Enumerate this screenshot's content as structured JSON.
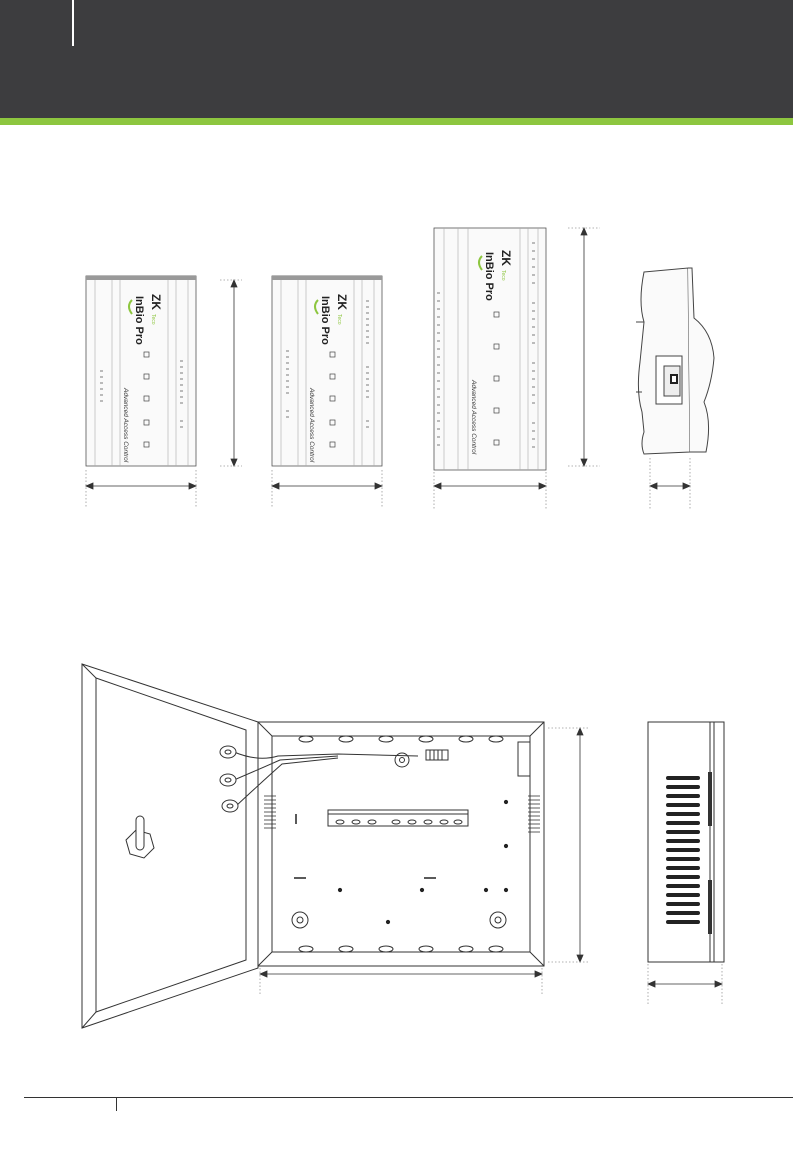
{
  "device_labels": {
    "brand": "ZK",
    "brand_suffix": "Teco",
    "product": "InBio Pro",
    "tagline": "Advanced Access Control"
  },
  "colors": {
    "header": "#3d3d3f",
    "accent": "#8dc63f",
    "line": "#333333"
  },
  "icons": {
    "brand_swoosh": "green-arc-icon"
  }
}
